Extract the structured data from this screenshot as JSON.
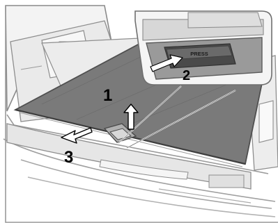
{
  "callouts": {
    "step_1": "1",
    "step_2": "2",
    "step_3": "3"
  },
  "inset": {
    "button_text": "PRESS"
  },
  "colors": {
    "background_line_art": "#ffffff",
    "panel_fill": "#7a7a7a",
    "panel_edge": "#5a5a5a",
    "line_art": "#6f6f6f",
    "shadow": "#d9d9d9",
    "arrow_fill": "#ffffff",
    "arrow_stroke": "#000000"
  }
}
